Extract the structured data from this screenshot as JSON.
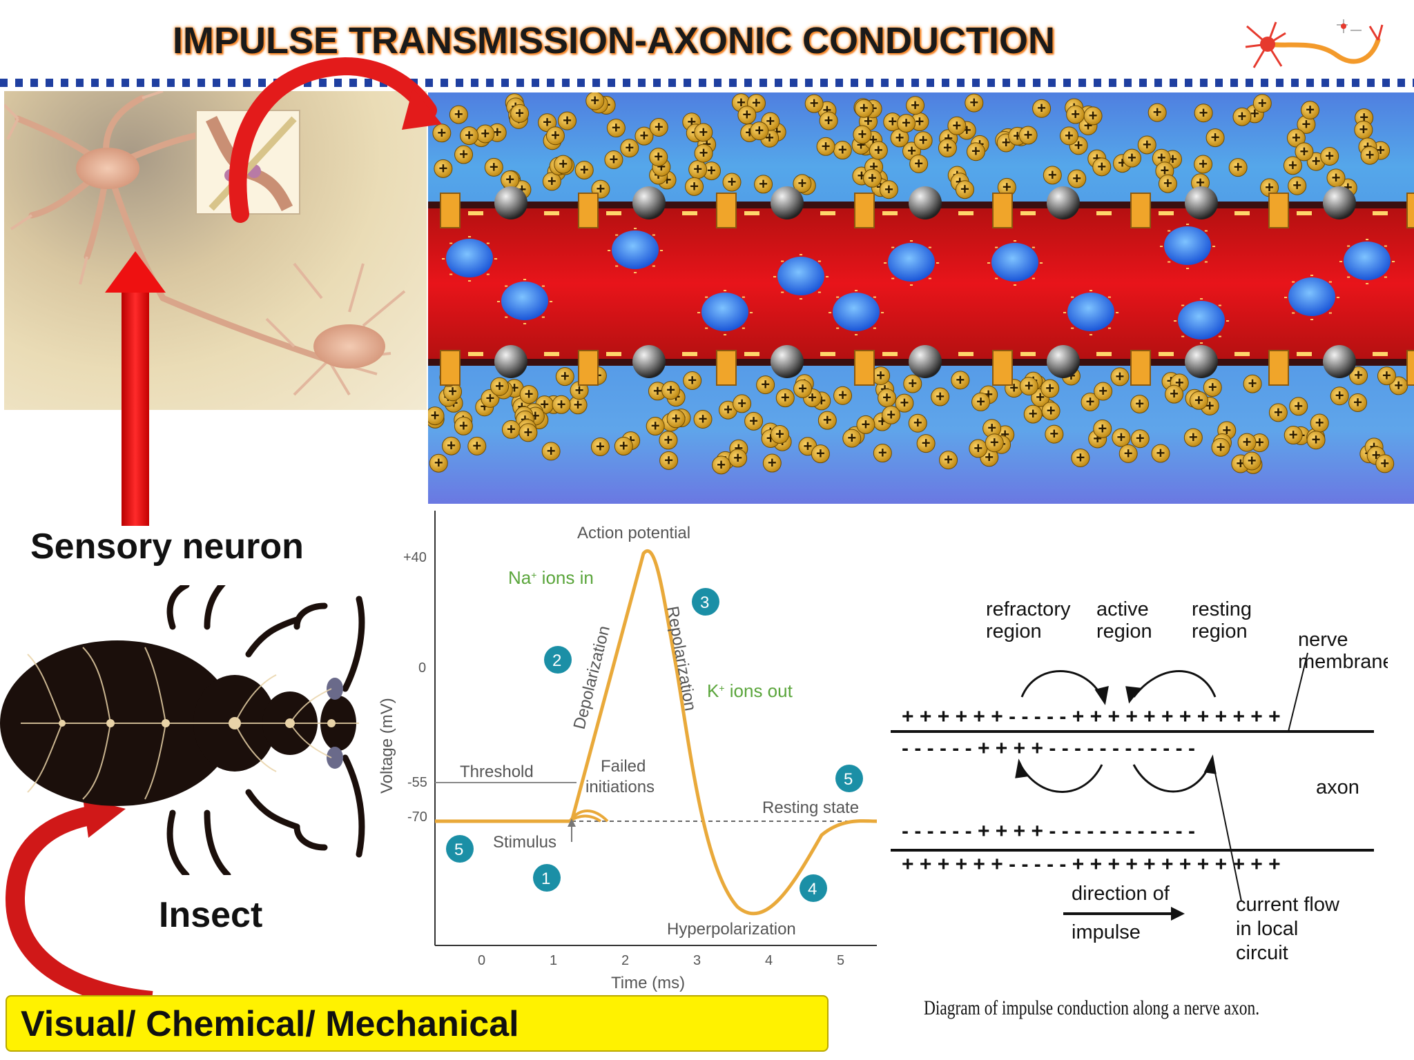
{
  "title": "IMPULSE TRANSMISSION-AXONIC CONDUCTION",
  "labels": {
    "sensory_neuron": "Sensory neuron",
    "insect": "Insect",
    "stimuli": "Visual/ Chemical/ Mechanical"
  },
  "ion_symbols": {
    "positive": "+",
    "negative": "-"
  },
  "action_potential": {
    "title": "Action potential",
    "y_axis_label": "Voltage (mV)",
    "x_axis_label": "Time (ms)",
    "y_ticks": [
      "+40",
      "0",
      "-55",
      "-70"
    ],
    "x_ticks": [
      "0",
      "1",
      "2",
      "3",
      "4",
      "5"
    ],
    "threshold_label": "Threshold",
    "failed_label_1": "Failed",
    "failed_label_2": "initiations",
    "stimulus_label": "Stimulus",
    "na_label": "Na",
    "na_sup": "+",
    "na_suffix": " ions in",
    "k_label": "K",
    "k_sup": "+",
    "k_suffix": " ions out",
    "depolarization": "Depolarization",
    "repolarization": "Repolarization",
    "hyperpolarization": "Hyperpolarization",
    "resting_state": "Resting state",
    "stage_numbers": [
      "1",
      "2",
      "3",
      "4",
      "5",
      "5"
    ],
    "colors": {
      "curve": "#e9a93a",
      "green": "#5aa53b",
      "badge": "#1b8fa6"
    }
  },
  "conduction": {
    "refractory": [
      "refractory",
      "region"
    ],
    "active": [
      "active",
      "region"
    ],
    "resting": [
      "resting",
      "region"
    ],
    "nerve_membrane": [
      "nerve",
      "membrane"
    ],
    "axon": "axon",
    "direction": [
      "direction of",
      "impulse"
    ],
    "current": [
      "current flow",
      "in local",
      "circuit"
    ],
    "top_outer": "+ + + +   +   +   - - - - - + + + + + + + + + + + +",
    "top_inner": "- - - -   -   -   + + + + - - - - - - - - - - - -",
    "bot_inner": "- - - -   -   -   + + + + - - - - - - - - - - - -",
    "bot_outer": "+ + + +   +   +   - - - - - + + + + + + + + + + + +",
    "caption": "Diagram of impulse conduction along a nerve axon."
  }
}
